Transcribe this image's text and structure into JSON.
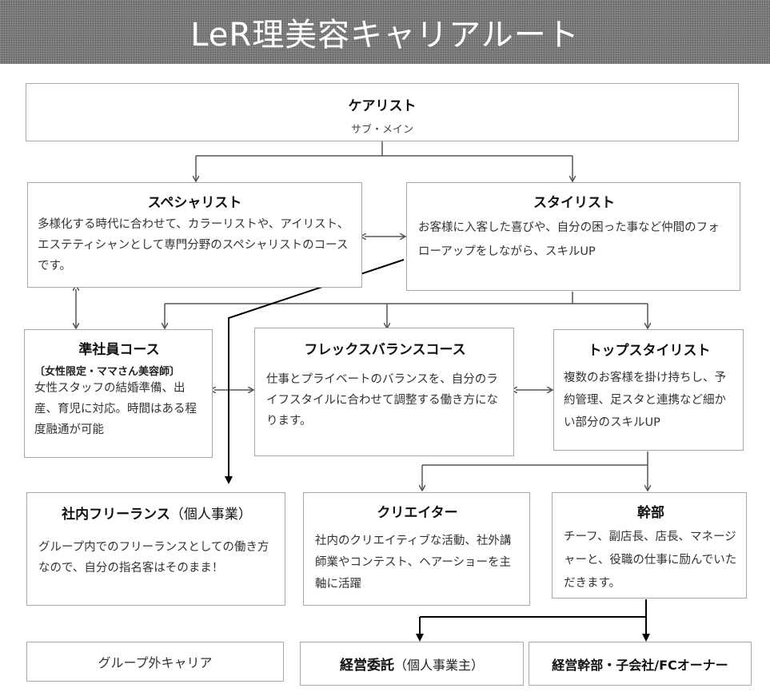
{
  "header": {
    "title": "LeR理美容キャリアルート"
  },
  "carist": {
    "title": "ケアリスト",
    "subtitle": "サブ・メイン"
  },
  "specialist": {
    "title": "スペシャリスト",
    "desc": "多様化する時代に合わせて、カラーリストや、アイリスト、エステティシャンとして専門分野のスペシャリストのコースです。"
  },
  "stylist": {
    "title": "スタイリスト",
    "desc": "お客様に入客した喜びや、自分の困った事など仲間のフォローアップをしながら、スキルUP"
  },
  "junshain": {
    "title": "準社員コース",
    "note": "〔女性限定・ママさん美容師〕",
    "desc": "女性スタッフの結婚準備、出産、育児に対応。時間はある程度融通が可能"
  },
  "flex": {
    "title": "フレックスバランスコース",
    "desc": "仕事とプライベートのバランスを、自分のライフスタイルに合わせて調整する働き方になります。"
  },
  "topstylist": {
    "title": "トップスタイリスト",
    "desc": "複数のお客様を掛け持ちし、予約管理、足スタと連携など細かい部分のスキルUP"
  },
  "freelance": {
    "title": "社内フリーランス",
    "title_note": "（個人事業）",
    "desc": "グループ内でのフリーランスとしての働き方なので、自分の指名客はそのまま！"
  },
  "creator": {
    "title": "クリエイター",
    "desc": "社内のクリエイティブな活動、社外講師業やコンテスト、ヘアーショーを主軸に活躍"
  },
  "kanbu": {
    "title": "幹部",
    "desc": "チーフ、副店長、店長、マネージャーと、役職の仕事に励んでいただきます。"
  },
  "external": {
    "title": "グループ外キャリア"
  },
  "consign": {
    "title": "経営委託",
    "title_note": "（個人事業主）"
  },
  "owner": {
    "title": "経営幹部・子会社/FCオーナー"
  }
}
